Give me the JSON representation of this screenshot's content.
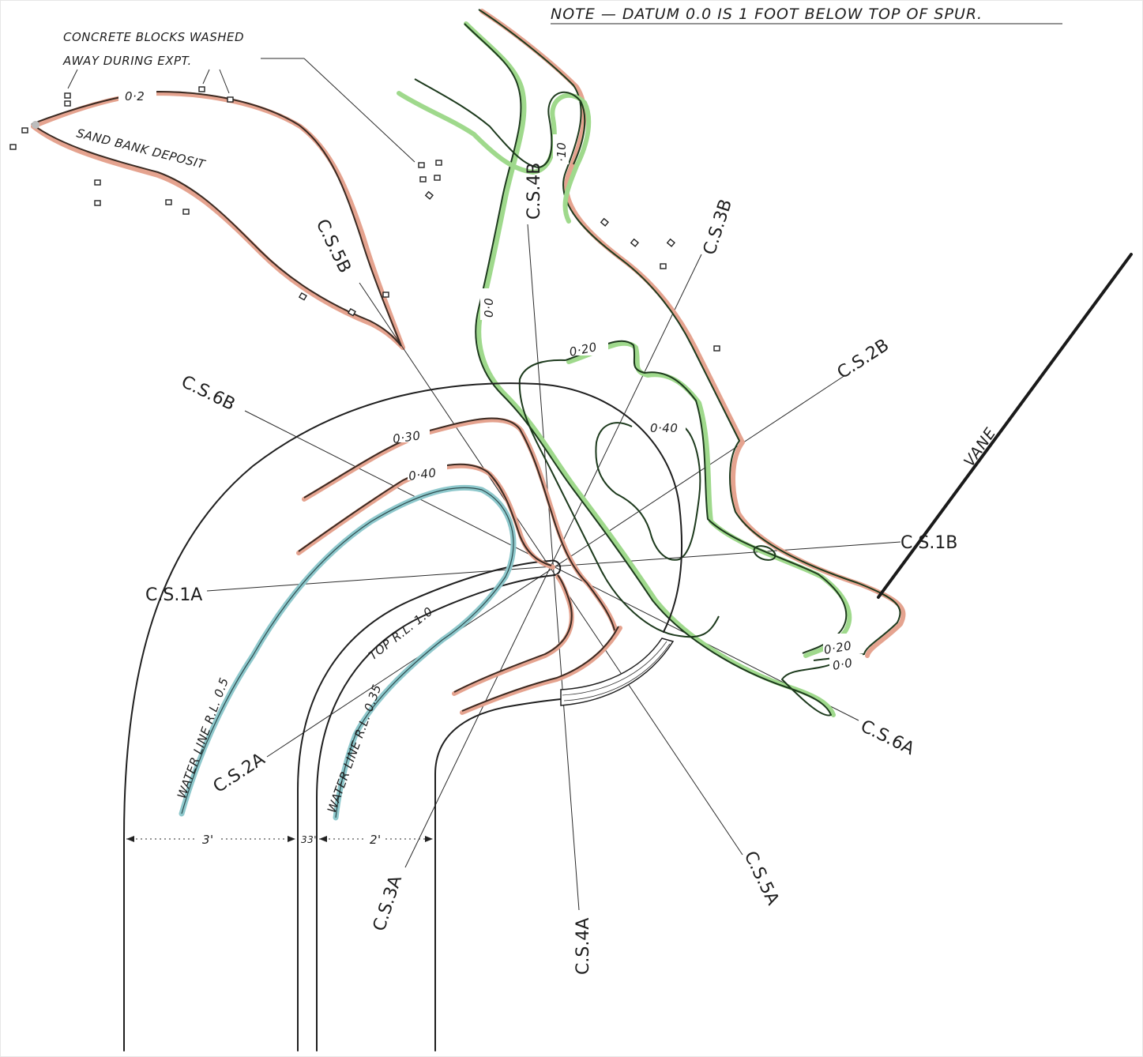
{
  "note": "NOTE — DATUM 0.0 IS 1 FOOT BELOW TOP OF SPUR.",
  "annotations": {
    "blocks_line1": "CONCRETE BLOCKS WASHED",
    "blocks_line2": "AWAY DURING EXPT.",
    "sand_bank": "SAND BANK DEPOSIT",
    "vane": "VANE",
    "top_rl": "TOP R.L. 1.0",
    "water_line_outer": "WATER LINE R.L. 0.5",
    "water_line_inner": "WATER LINE R.L. 0.35"
  },
  "contour_labels": {
    "sand_0_2": "0·2",
    "c_0_30": "0·30",
    "c_0_40_left": "0·40",
    "c_0_20_top": "0·20",
    "c_0_40_right": "0·40",
    "c_0_0_left": "0·0",
    "c_1_0": "·10",
    "c_0_20_right": "0·20",
    "c_0_0_right": "0·0"
  },
  "cross_sections": {
    "cs1a": "C.S.1A",
    "cs1b": "C.S.1B",
    "cs2a": "C.S.2A",
    "cs2b": "C.S.2B",
    "cs3a": "C.S.3A",
    "cs3b": "C.S.3B",
    "cs4a": "C.S.4A",
    "cs4b": "C.S.4B",
    "cs5a": "C.S.5A",
    "cs5b": "C.S.5B",
    "cs6a": "C.S.6A",
    "cs6b": "C.S.6B"
  },
  "dimensions": {
    "outer_width": "3'",
    "wall_width": "33'",
    "inner_width": "2'"
  },
  "colors": {
    "pink": "#e5a38f",
    "green": "#9fd98c",
    "blue": "#8ec8cc"
  }
}
